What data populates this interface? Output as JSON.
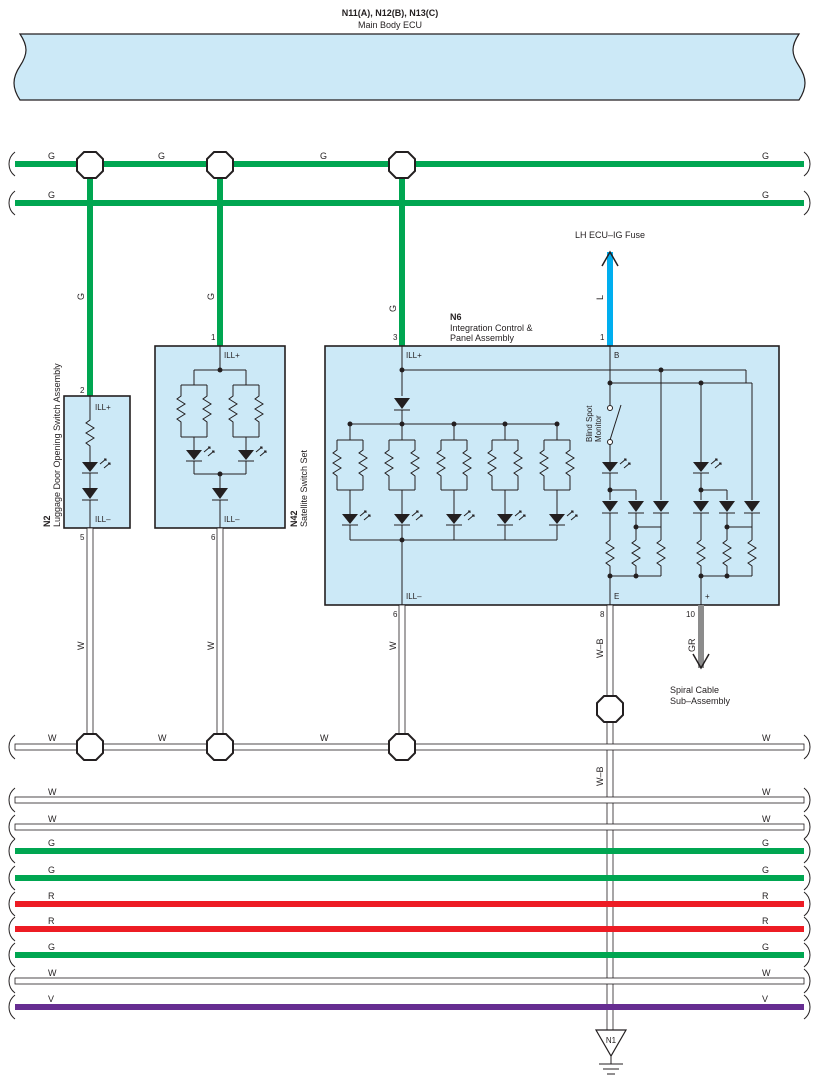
{
  "colors": {
    "G": "#00a651",
    "R": "#ed1c24",
    "W": "#ffffff",
    "V": "#662d91",
    "L": "#00aeef",
    "GR": "#8c8c8c",
    "box_fill": "#cce9f7",
    "ink": "#231f20"
  },
  "header": {
    "connectors": "N11(A), N12(B), N13(C)",
    "ecu_name": "Main Body ECU"
  },
  "top_bus": [
    "G",
    "G",
    "G",
    "G",
    "G",
    "G"
  ],
  "bottom_bus": [
    "W",
    "W",
    "W",
    "W",
    "W",
    "W",
    "W",
    "W",
    "G",
    "G",
    "R",
    "R",
    "G",
    "W",
    "V"
  ],
  "bus_labels": {
    "row1_left": "G",
    "row1_b": "G",
    "row1_c": "G",
    "row1_right": "G",
    "row2_left": "G",
    "row2_right": "G",
    "w1_left": "W",
    "w1_b": "W",
    "w1_c": "W",
    "w1_right": "W"
  },
  "modules": {
    "n2": {
      "code": "N2",
      "name": "Luggage Door Opening Switch Assembly",
      "pin_top": "2",
      "pin_bottom": "5",
      "ill_plus": "ILL+",
      "ill_minus": "ILL–",
      "wire_top": "G",
      "wire_bottom": "W"
    },
    "n42": {
      "code": "N42",
      "name": "Satellite Switch Set",
      "pin_top": "1",
      "pin_bottom": "6",
      "ill_plus": "ILL+",
      "ill_minus": "ILL–",
      "wire_top": "G",
      "wire_bottom": "W"
    },
    "n6": {
      "code": "N6",
      "name_line1": "Integration Control &",
      "name_line2": "Panel Assembly",
      "pin_ill_plus": "3",
      "pin_b": "1",
      "pin_ill_minus": "6",
      "pin_e": "8",
      "pin_plus": "10",
      "ill_plus": "ILL+",
      "b": "B",
      "ill_minus": "ILL–",
      "e": "E",
      "plus": "+",
      "wire_ill_plus": "G",
      "wire_b": "L",
      "wire_ill_minus": "W",
      "wire_e": "W–B",
      "wire_plus": "GR",
      "switch_line1": "Blind Spot",
      "switch_line2": "Monitor"
    }
  },
  "fuse_label": "LH ECU–IG Fuse",
  "spiral_line1": "Spiral Cable",
  "spiral_line2": "Sub–Assembly",
  "ground_wire_label": "W–B",
  "ground_code": "N1"
}
